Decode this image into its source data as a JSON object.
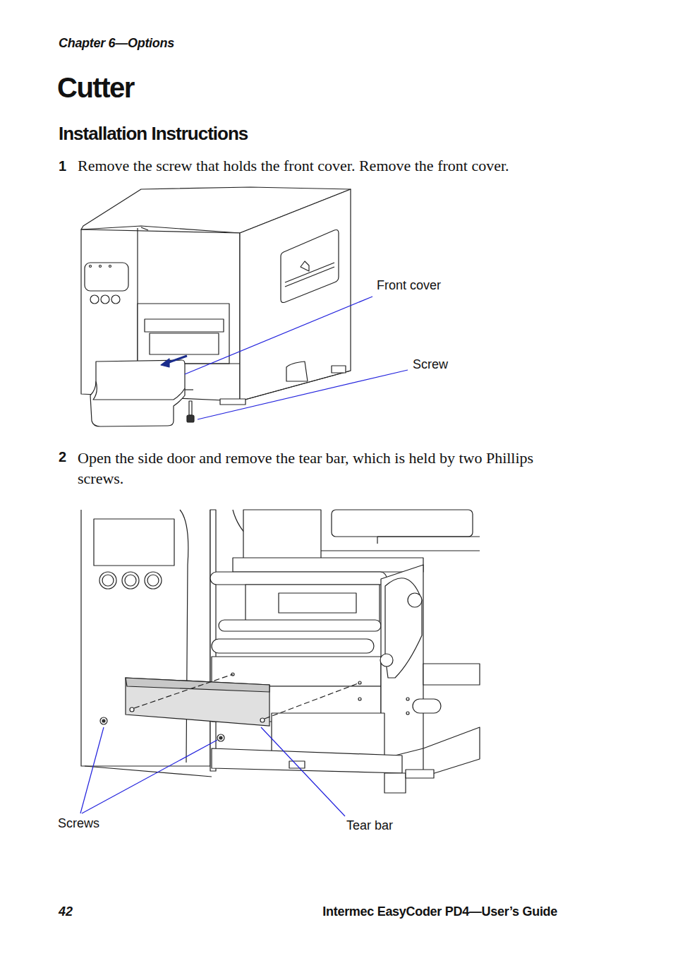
{
  "diagram": {
    "title": "Cutter",
    "labels": [
      "Chapter 6—Options",
      "Installation Instructions",
      "1",
      "Remove the screw that holds the front cover. Remove the front cover.",
      "Front cover",
      "Screw",
      "2",
      "Open the side door and remove the tear bar, which is held by two Phillips screws.",
      "Screws",
      "Tear bar",
      "42",
      "Intermec EasyCoder PD4—User’s Guide"
    ]
  }
}
